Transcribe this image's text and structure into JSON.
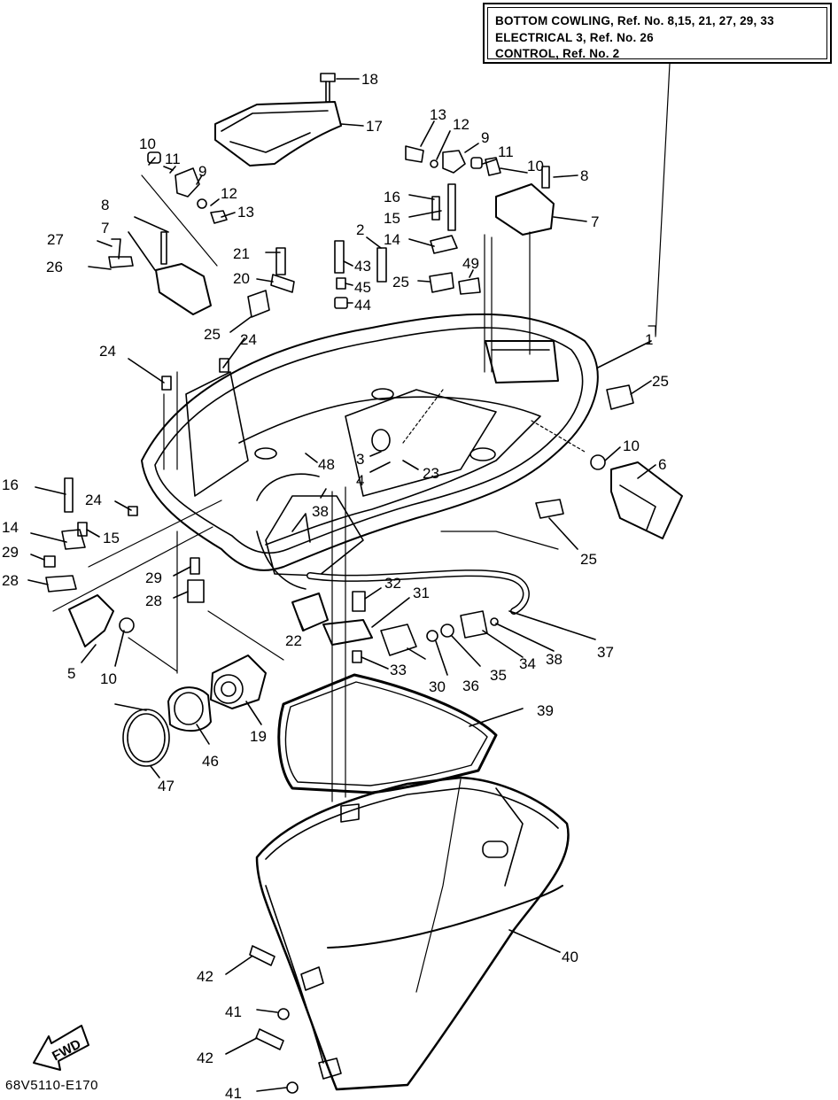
{
  "reference_box": {
    "lines": [
      "BOTTOM COWLING,  Ref. No. 8,15, 21, 27, 29, 33",
      "ELECTRICAL 3,  Ref. No. 26",
      "CONTROL,  Ref. No. 2"
    ]
  },
  "figure_code": "68V5110-E170",
  "fwd_label": "FWD",
  "callouts": [
    "18",
    "17",
    "13",
    "12",
    "9",
    "11",
    "10",
    "8",
    "7",
    "16",
    "15",
    "14",
    "2",
    "43",
    "45",
    "44",
    "49",
    "25",
    "10",
    "11",
    "9",
    "12",
    "13",
    "8",
    "7",
    "27",
    "26",
    "21",
    "20",
    "25",
    "24",
    "24",
    "1",
    "25",
    "10",
    "6",
    "3",
    "4",
    "23",
    "48",
    "38",
    "16",
    "24",
    "14",
    "15",
    "29",
    "28",
    "29",
    "28",
    "5",
    "10",
    "22",
    "32",
    "31",
    "33",
    "30",
    "36",
    "35",
    "34",
    "38",
    "37",
    "25",
    "19",
    "46",
    "47",
    "39",
    "40",
    "42",
    "41",
    "42",
    "41"
  ]
}
